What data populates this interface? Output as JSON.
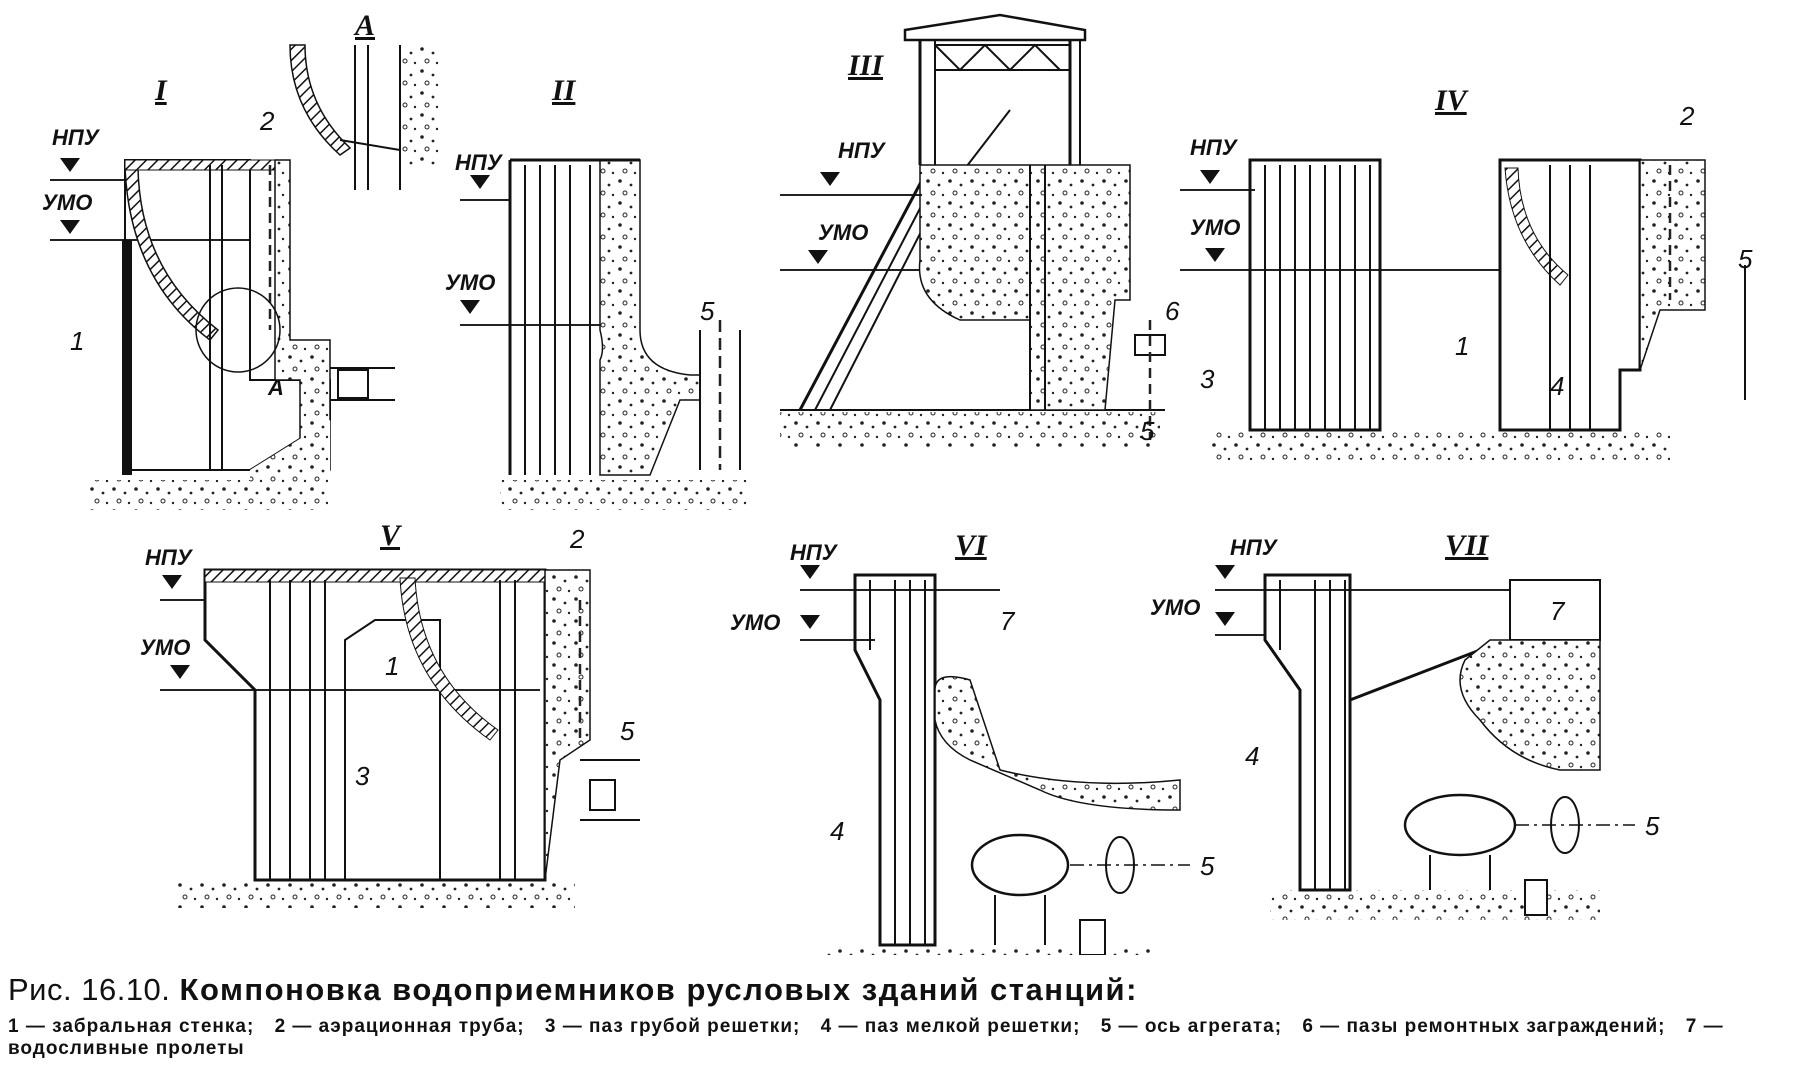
{
  "labels": {
    "npu": "НПУ",
    "umo": "УМО",
    "section_a": "А"
  },
  "panels": {
    "I": "I",
    "II": "II",
    "III": "III",
    "IV": "IV",
    "V": "V",
    "VI": "VI",
    "VII": "VII"
  },
  "numbers": {
    "n1": "1",
    "n2": "2",
    "n3": "3",
    "n4": "4",
    "n5": "5",
    "n6": "6",
    "n7": "7"
  },
  "caption": {
    "title_prefix": "Рис. 16.10.",
    "title_rest": "Компоновка водоприемников русловых зданий станций:",
    "legend": [
      "1 — забральная стенка;",
      "2 — аэрационная труба;",
      "3 — паз грубой решетки;",
      "4 — паз мелкой решетки;",
      "5 — ось агрегата;",
      "6 — пазы ремонтных заграждений;",
      "7 — водосливные пролеты"
    ]
  }
}
